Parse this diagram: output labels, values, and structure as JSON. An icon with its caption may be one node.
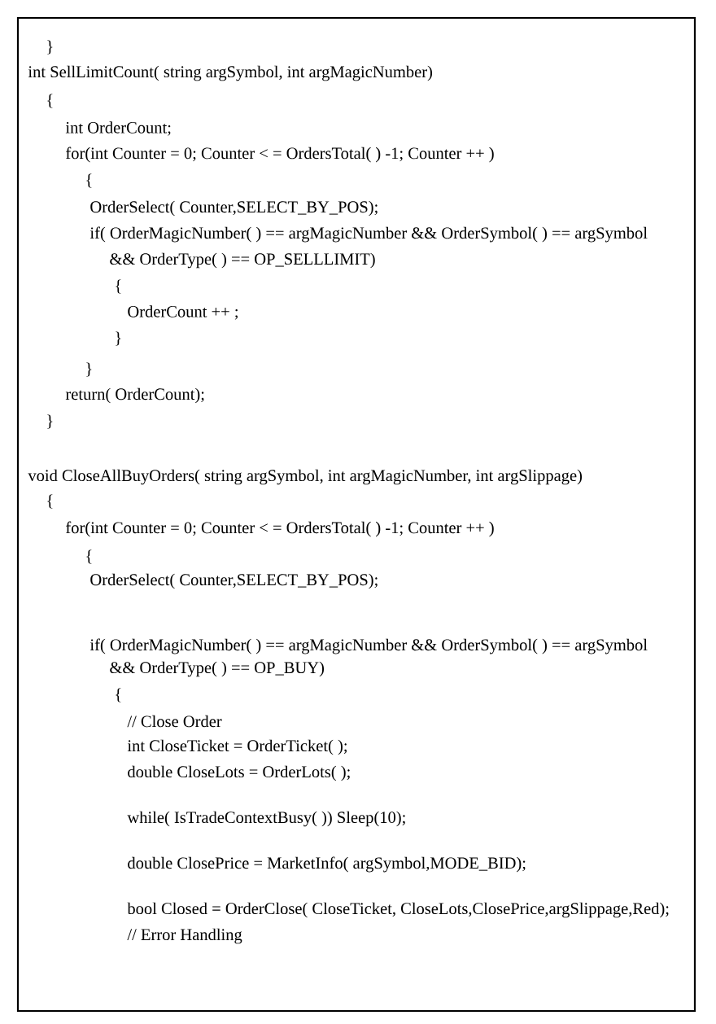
{
  "diagram": {
    "labels": [
      "}",
      "int SellLimitCount( string argSymbol, int argMagicNumber)",
      "{",
      "int OrderCount;",
      "for(int Counter = 0; Counter < = OrdersTotal( ) -1; Counter ++ )",
      "{",
      "OrderSelect( Counter,SELECT_BY_POS);",
      "if( OrderMagicNumber( ) == argMagicNumber && OrderSymbol( ) == argSymbol",
      "&& OrderType( ) == OP_SELLLIMIT)",
      "{",
      "OrderCount ++ ;",
      "}",
      "}",
      "return( OrderCount);",
      "}",
      "void CloseAllBuyOrders( string argSymbol, int argMagicNumber, int argSlippage)",
      "{",
      "for(int Counter = 0; Counter < = OrdersTotal( ) -1; Counter ++ )",
      "{",
      "OrderSelect( Counter,SELECT_BY_POS);",
      "if( OrderMagicNumber( ) == argMagicNumber && OrderSymbol( ) == argSymbol",
      "&& OrderType( ) == OP_BUY)",
      "{",
      "// Close Order",
      "int CloseTicket = OrderTicket( );",
      "double CloseLots = OrderLots( );",
      "while( IsTradeContextBusy( )) Sleep(10);",
      "double ClosePrice = MarketInfo( argSymbol,MODE_BID);",
      "bool Closed = OrderClose( CloseTicket, CloseLots,ClosePrice,argSlippage,Red);",
      "// Error Handling"
    ]
  }
}
